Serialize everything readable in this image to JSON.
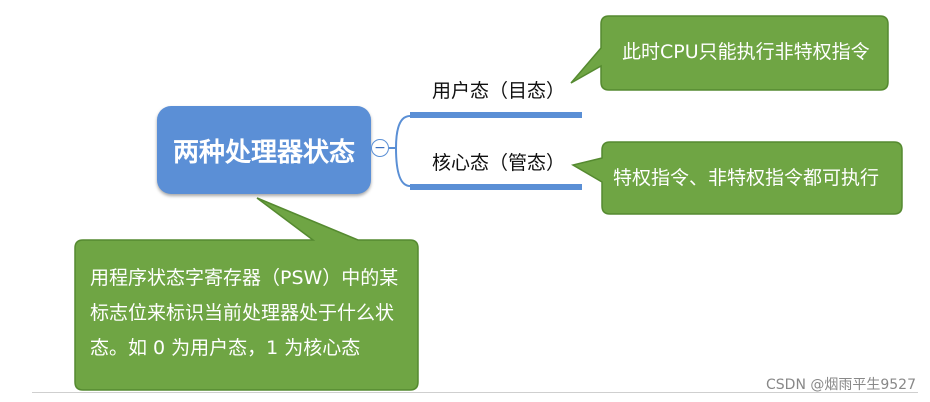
{
  "center_node": {
    "label": "两种处理器状态"
  },
  "branches": [
    {
      "label": "用户态（目态）"
    },
    {
      "label": "核心态（管态）"
    }
  ],
  "callouts": {
    "user_mode": "此时CPU只能执行非特权指令",
    "kernel_mode": "特权指令、非特权指令都可执行",
    "psw_lines": [
      "用程序状态字寄存器（PSW）中的某",
      "标志位来标识当前处理器处于什么状",
      "态。如 0 为用户态，1 为核心态"
    ]
  },
  "collapse_symbol": "−",
  "watermark": "CSDN @烟雨平生9527",
  "colors": {
    "node_blue": "#5b8fd6",
    "callout_green": "#6fa544",
    "callout_border": "#558a30",
    "branch_line": "#5a8fd5"
  }
}
